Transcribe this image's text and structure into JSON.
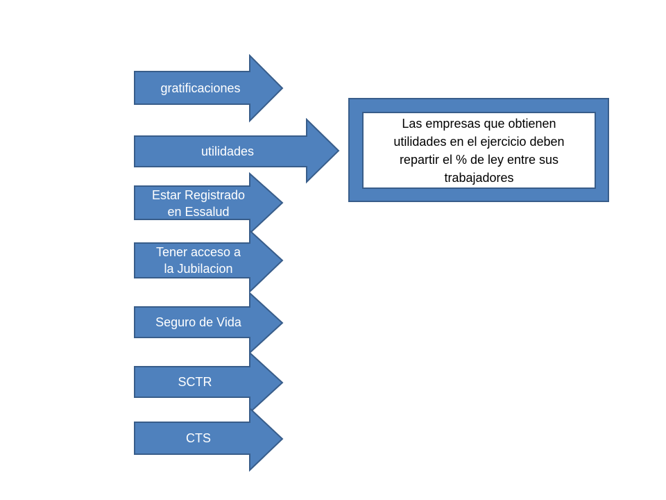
{
  "colors": {
    "arrow_fill": "#4f81bd",
    "arrow_stroke": "#385d8a",
    "arrow_text": "#ffffff",
    "callout_fill": "#4f81bd",
    "callout_inner_fill": "#ffffff",
    "callout_text": "#000000"
  },
  "arrows": [
    {
      "label": "gratificaciones"
    },
    {
      "label": "utilidades"
    },
    {
      "label": "Estar Registrado\nen Essalud"
    },
    {
      "label": "Tener acceso  a\nla Jubilacion"
    },
    {
      "label": "Seguro de Vida"
    },
    {
      "label": "SCTR"
    },
    {
      "label": "CTS"
    }
  ],
  "callout": {
    "text": "Las empresas que obtienen\nutilidades en el ejercicio deben\nrepartir el % de ley entre sus\ntrabajadores"
  }
}
